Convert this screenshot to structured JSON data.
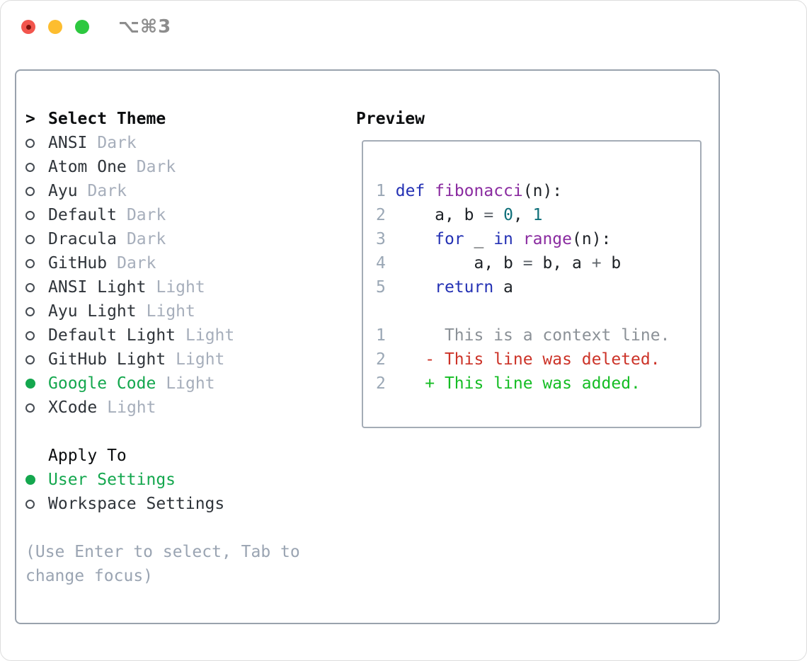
{
  "window": {
    "title": "⌥⌘3"
  },
  "theme_list": {
    "header_marker": ">",
    "header": "Select Theme",
    "items": [
      {
        "name": "ANSI",
        "variant": "Dark",
        "selected": false
      },
      {
        "name": "Atom One",
        "variant": "Dark",
        "selected": false
      },
      {
        "name": "Ayu",
        "variant": "Dark",
        "selected": false
      },
      {
        "name": "Default",
        "variant": "Dark",
        "selected": false
      },
      {
        "name": "Dracula",
        "variant": "Dark",
        "selected": false
      },
      {
        "name": "GitHub",
        "variant": "Dark",
        "selected": false
      },
      {
        "name": "ANSI Light",
        "variant": "Light",
        "selected": false
      },
      {
        "name": "Ayu Light",
        "variant": "Light",
        "selected": false
      },
      {
        "name": "Default Light",
        "variant": "Light",
        "selected": false
      },
      {
        "name": "GitHub Light",
        "variant": "Light",
        "selected": false
      },
      {
        "name": "Google Code",
        "variant": "Light",
        "selected": true
      },
      {
        "name": "XCode",
        "variant": "Light",
        "selected": false
      }
    ]
  },
  "apply_to": {
    "header": "Apply To",
    "options": [
      {
        "label": "User Settings",
        "selected": true
      },
      {
        "label": "Workspace Settings",
        "selected": false
      }
    ]
  },
  "hint": {
    "line1": "(Use Enter to select, Tab to",
    "line2": "change focus)"
  },
  "preview": {
    "header": "Preview",
    "lines": [
      [
        {
          "t": "1",
          "c": "ln"
        },
        {
          "t": " "
        },
        {
          "t": "def",
          "c": "kw"
        },
        {
          "t": " "
        },
        {
          "t": "fibonacci",
          "c": "fn"
        },
        {
          "t": "(n):"
        }
      ],
      [
        {
          "t": "2",
          "c": "ln"
        },
        {
          "t": "     a, b "
        },
        {
          "t": "=",
          "c": "op"
        },
        {
          "t": " "
        },
        {
          "t": "0",
          "c": "num"
        },
        {
          "t": ", "
        },
        {
          "t": "1",
          "c": "num"
        }
      ],
      [
        {
          "t": "3",
          "c": "ln"
        },
        {
          "t": "     "
        },
        {
          "t": "for",
          "c": "kw"
        },
        {
          "t": " _ "
        },
        {
          "t": "in",
          "c": "kw"
        },
        {
          "t": " "
        },
        {
          "t": "range",
          "c": "fn"
        },
        {
          "t": "(n):"
        }
      ],
      [
        {
          "t": "4",
          "c": "ln"
        },
        {
          "t": "         a, b "
        },
        {
          "t": "=",
          "c": "op"
        },
        {
          "t": " b, a "
        },
        {
          "t": "+",
          "c": "op"
        },
        {
          "t": " b"
        }
      ],
      [
        {
          "t": "5",
          "c": "ln"
        },
        {
          "t": "     "
        },
        {
          "t": "return",
          "c": "kw"
        },
        {
          "t": " a"
        }
      ],
      [],
      [
        {
          "t": "1",
          "c": "ln"
        },
        {
          "t": "      "
        },
        {
          "t": "This is a context line.",
          "c": "ctx"
        }
      ],
      [
        {
          "t": "2",
          "c": "ln"
        },
        {
          "t": "    "
        },
        {
          "t": "- This line was deleted.",
          "c": "del"
        }
      ],
      [
        {
          "t": "2",
          "c": "ln"
        },
        {
          "t": "    "
        },
        {
          "t": "+ This line was added.",
          "c": "add"
        }
      ]
    ]
  },
  "colors": {
    "traffic_red": "#f2554d",
    "traffic_red_dot": "#7d120c",
    "traffic_yellow": "#fdbd2f",
    "traffic_green": "#2dc83f",
    "title_gray": "#8d8d8d",
    "panel_border": "#99a2ad",
    "preview_border": "#a4acb6",
    "text": "#2f343a",
    "bold_text": "#0b0d0f",
    "muted": "#a6aebb",
    "hint": "#9aa4b2",
    "selected_green": "#14a74e",
    "radio_ring": "#454b52",
    "syntax": {
      "ln": "#9aa7b5",
      "code": "#1d2126",
      "kw": "#2431b4",
      "fn": "#8a2ba0",
      "num": "#0e6f79",
      "op": "#60666c",
      "ctx": "#8b9197",
      "del": "#cc3328",
      "add": "#15bd24"
    }
  }
}
